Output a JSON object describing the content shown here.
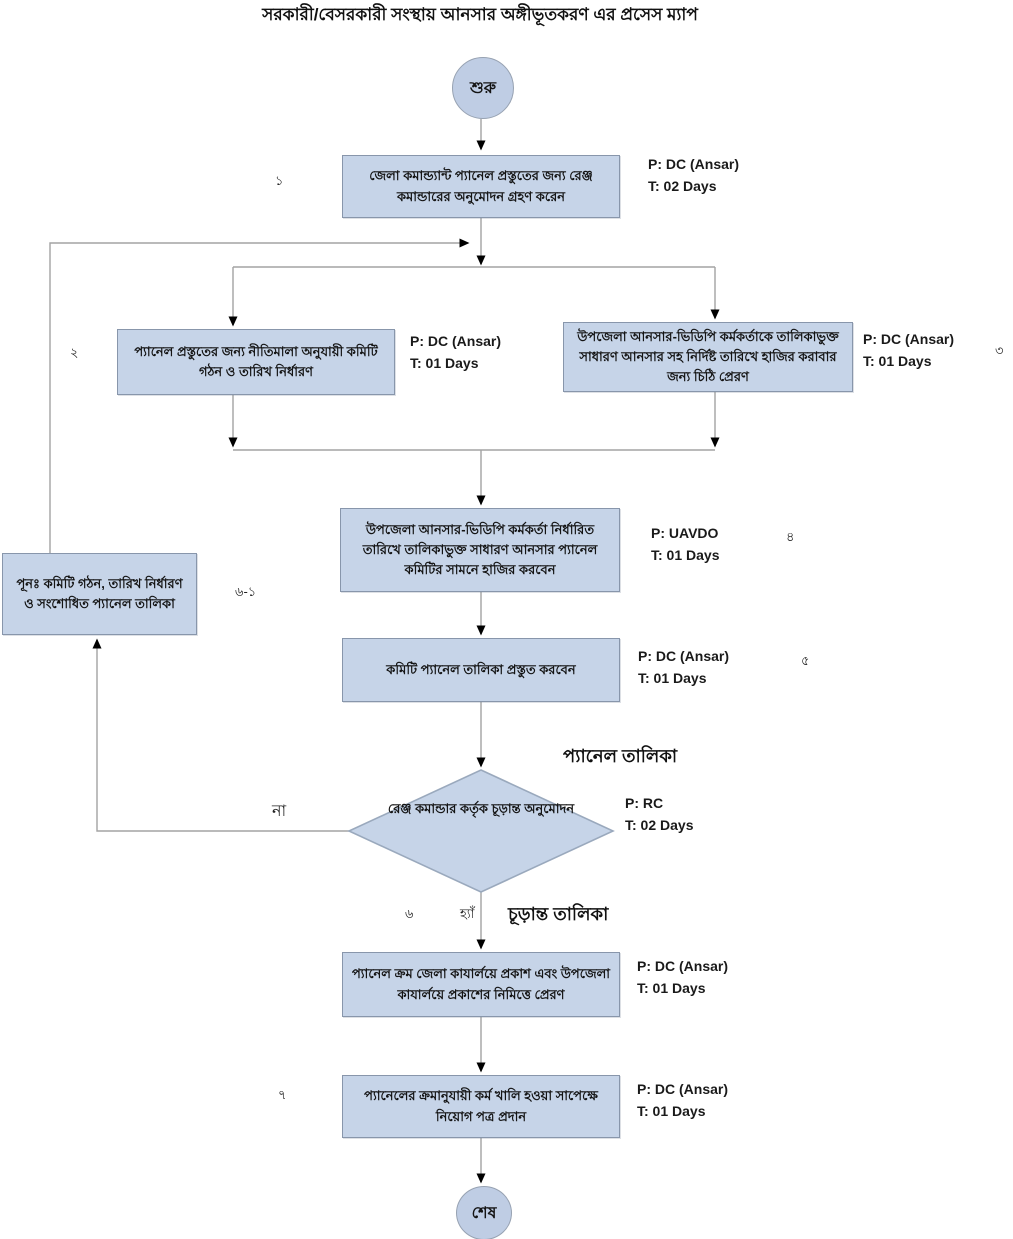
{
  "title": "সরকারী/বেসরকারী সংস্থায় আনসার অঙ্গীভূতকরণ এর প্রসেস ম্যাপ",
  "colors": {
    "node_fill": "#c6d4e8",
    "node_border": "#8896ab",
    "connector_line": "#a3a3a3",
    "arrowhead": "#000000",
    "text": "#141414"
  },
  "nodes": {
    "start": {
      "label": "শুরু"
    },
    "end": {
      "label": "শেষ"
    },
    "s1": {
      "num": "১",
      "text": "জেলা কমান্ড্যান্ট প্যানেল প্রস্তুতের জন্য রেঞ্জ কমান্ডারের অনুমোদন গ্রহণ করেন",
      "p": "P: DC (Ansar)",
      "t": "T: 02 Days"
    },
    "s2": {
      "num": "২",
      "text": "প্যানেল প্রস্তুতের জন্য নীতিমালা অনুযায়ী কমিটি গঠন ও তারিখ নির্ধারণ",
      "p": "P: DC (Ansar)",
      "t": "T: 01 Days"
    },
    "s3": {
      "num": "৩",
      "text": "উপজেলা আনসার-ভিডিপি কর্মকর্তাকে তালিকাভুক্ত সাধারণ আনসার সহ নির্দিষ্ট তারিখে হাজির করাবার জন্য চিঠি প্রেরণ",
      "p": "P: DC (Ansar)",
      "t": "T: 01 Days"
    },
    "s4": {
      "num": "৪",
      "text": "উপজেলা আনসার-ভিডিপি কর্মকর্তা নির্ধারিত তারিখে তালিকাভুক্ত সাধারণ আনসার প্যানেল কমিটির সামনে হাজির করবেন",
      "p": "P: UAVDO",
      "t": "T: 01 Days"
    },
    "s5": {
      "num": "৫",
      "text": "কমিটি প্যানেল তালিকা প্রস্তুত করবেন",
      "p": "P: DC (Ansar)",
      "t": "T: 01 Days"
    },
    "decision": {
      "num": "৬",
      "text": "রেঞ্জ কমান্ডার কর্তৃক চূড়ান্ত অনুমোদন",
      "p": "P: RC",
      "t": "T: 02 Days",
      "input_label": "প্যানেল তালিকা",
      "no_label": "না",
      "yes_label": "হ্যাঁ",
      "output_label": "চূড়ান্ত তালিকা"
    },
    "rework": {
      "num": "৬-১",
      "text": "পূনঃ  কমিটি গঠন, তারিখ নির্ধারণ ও সংশোধিত প্যানেল তালিকা"
    },
    "s6": {
      "text": "প্যানেল ক্রম জেলা কাযার্লয়ে প্রকাশ এবং উপজেলা কাযার্লয়ে প্রকাশের নিমিত্তে প্রেরণ",
      "p": "P: DC (Ansar)",
      "t": "T: 01 Days"
    },
    "s7": {
      "num": "৭",
      "text": "প্যানেলের ক্রমানুযায়ী কর্ম খালি হওয়া সাপেক্ষে নিয়োগ পত্র প্রদান",
      "p": "P: DC (Ansar)",
      "t": "T: 01 Days"
    }
  }
}
